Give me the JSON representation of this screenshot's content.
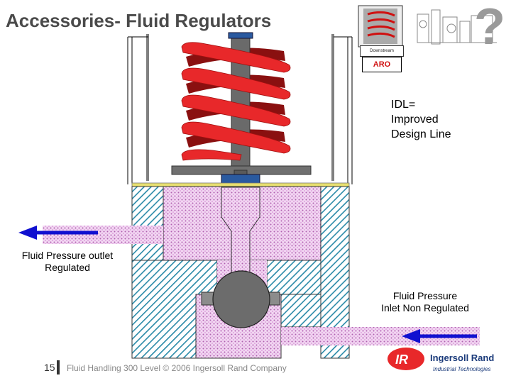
{
  "slide": {
    "title": "Accessories- Fluid Regulators",
    "idl_note": [
      "IDL=",
      "Improved",
      "Design Line"
    ],
    "outlet_label": [
      "Fluid Pressure outlet",
      "Regulated"
    ],
    "inlet_label": [
      "Fluid Pressure",
      "Inlet Non Regulated"
    ],
    "thumbnail_caption": "Downstream",
    "brand_badge": "ARO",
    "page_number": "15",
    "footer": "Fluid Handling 300 Level © 2006 Ingersoll Rand Company",
    "logo": {
      "mark": "IR",
      "name": "Ingersoll Rand",
      "subtitle": "Industrial Technologies"
    }
  },
  "colors": {
    "spring": "#e8282a",
    "spring_back": "#8a1010",
    "stem": "#666666",
    "fluid": "#e8b8e8",
    "arrow": "#1010d0",
    "hatch": "#2a8aa8",
    "accent": "#1a3a7a"
  },
  "icons": [
    "question-mark-icon",
    "ir-logo-icon",
    "spring-icon",
    "arrow-left-icon"
  ]
}
